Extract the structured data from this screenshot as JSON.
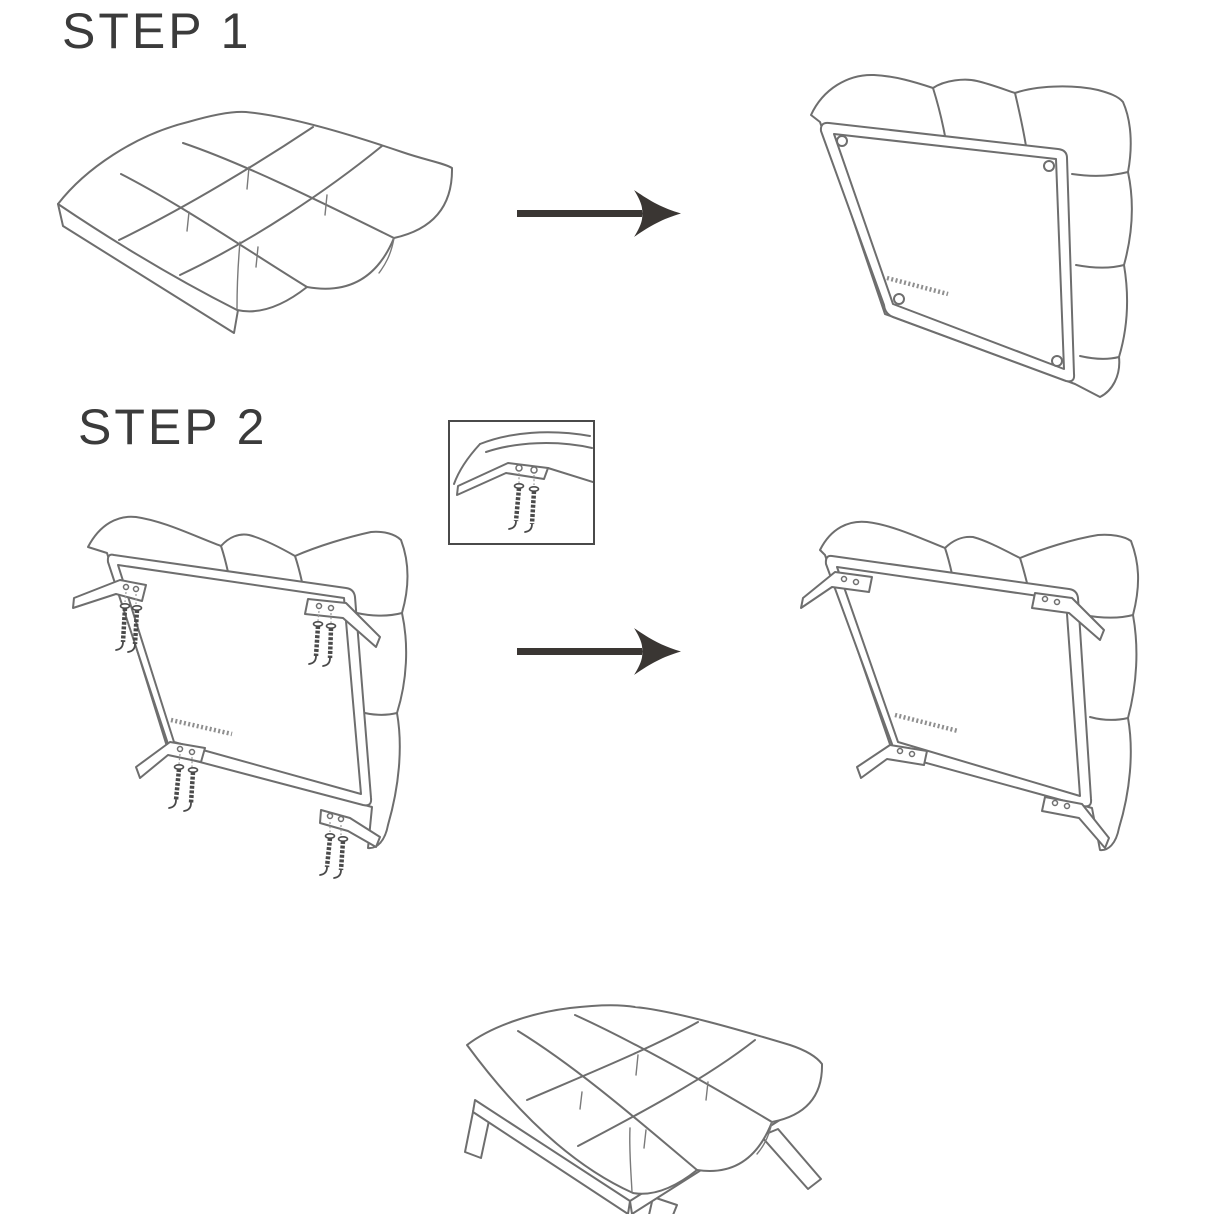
{
  "page": {
    "background": "#ffffff",
    "line_color": "#6e6e6e",
    "text_color": "#3b3b3b",
    "arrow_color": "#3a3633"
  },
  "steps": [
    {
      "label": "STEP 1"
    },
    {
      "label": "STEP 2"
    }
  ],
  "icons": {
    "arrow_1": "arrow-right",
    "arrow_2": "arrow-right"
  },
  "figures": {
    "step1_before": "tufted-ottoman-upright-no-legs",
    "step1_after": "ottoman-flipped-bottom-view",
    "step2_detail_inset": "leg-bracket-and-screws-closeup",
    "step2_before": "ottoman-bottom-with-legs-and-screws",
    "step2_after": "ottoman-bottom-with-legs-attached",
    "final": "assembled-ottoman-with-legs"
  }
}
